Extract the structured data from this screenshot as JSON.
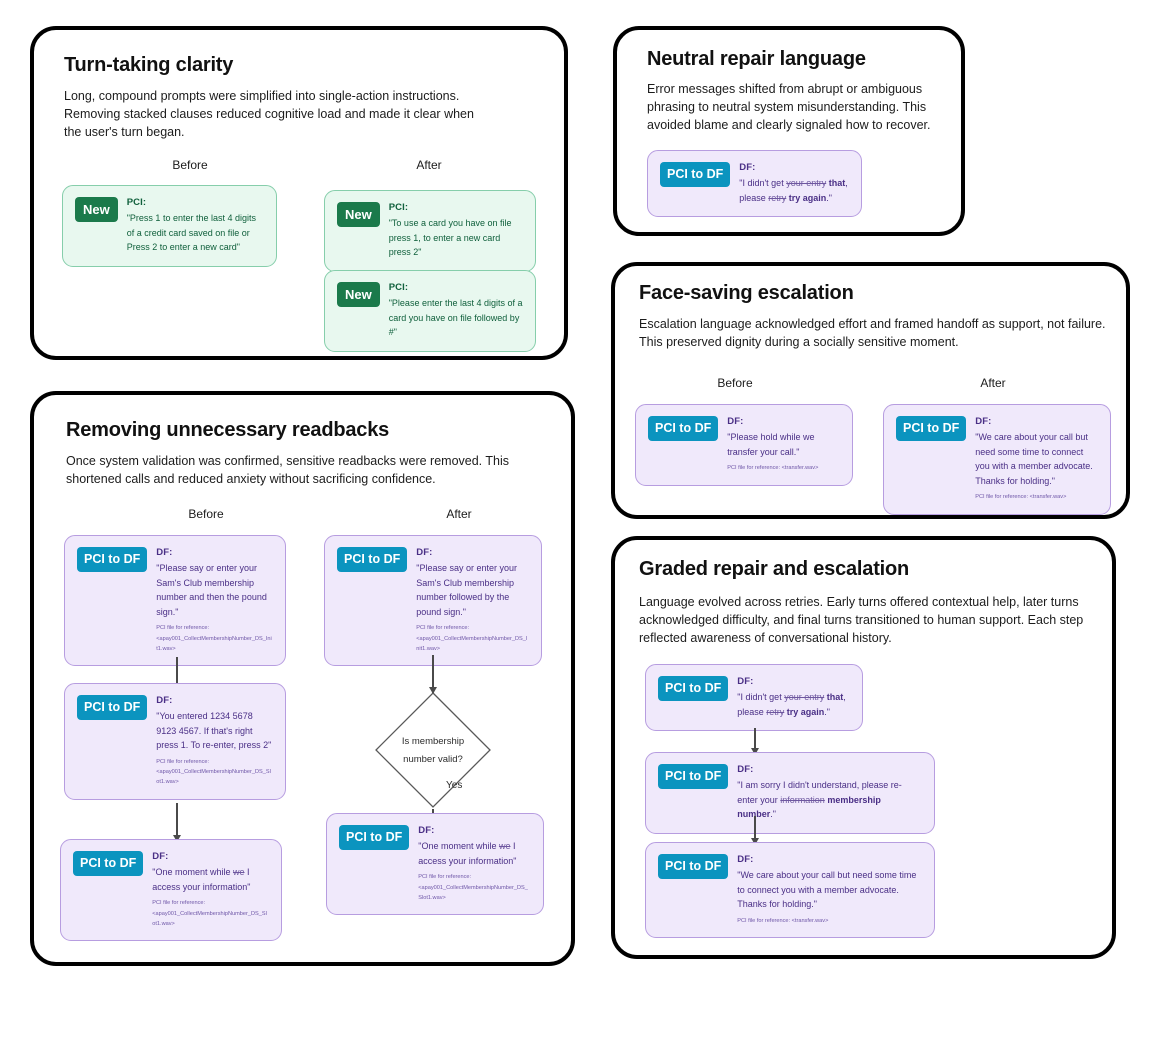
{
  "panels": {
    "turn_taking": {
      "title": "Turn-taking clarity",
      "description": "Long, compound prompts were simplified into single-action instructions. Removing stacked clauses reduced cognitive load and made it clear when the user's turn began.",
      "before_label": "Before",
      "after_label": "After",
      "before_cards": [
        {
          "tag": "New",
          "speaker": "PCI:",
          "text": "\"Press 1 to enter the last 4 digits of a credit card saved on file or Press 2 to enter a new card\""
        }
      ],
      "after_cards": [
        {
          "tag": "New",
          "speaker": "PCI:",
          "text": "\"To use a card you have on file press 1, to enter a new card press 2\""
        },
        {
          "tag": "New",
          "speaker": "PCI:",
          "text": "\"Please enter the last 4 digits of a card you have on file followed by #\""
        }
      ]
    },
    "readbacks": {
      "title": "Removing unnecessary readbacks",
      "description": "Once system validation was confirmed, sensitive readbacks were removed. This shortened calls and reduced anxiety without sacrificing confidence.",
      "before_label": "Before",
      "after_label": "After",
      "before_cards": [
        {
          "tag": "PCI to DF",
          "speaker": "DF:",
          "text": "\"Please say or enter your Sam's Club membership number and then the pound sign.\"",
          "fileref_label": "PCI file for reference:",
          "fileref_value": "<apay001_CollectMembershipNumber_DS_Init1.wav>"
        },
        {
          "tag": "PCI to DF",
          "speaker": "DF:",
          "text": "\"You entered 1234 5678 9123 4567. If that's right press 1. To re-enter, press 2\"",
          "fileref_label": "PCI file for reference:",
          "fileref_value": "<apay001_CollectMembershipNumber_DS_Slot1.wav>"
        },
        {
          "tag": "PCI to DF",
          "speaker": "DF:",
          "text_pre": "\"One moment while ",
          "text_strike": "we",
          "text_mid": " I access your information\"",
          "fileref_label": "PCI file for reference:",
          "fileref_value": "<apay001_CollectMembershipNumber_DS_Slot1.wav>"
        }
      ],
      "after_cards": [
        {
          "tag": "PCI to DF",
          "speaker": "DF:",
          "text": "\"Please say or enter your Sam's Club membership number followed by the pound sign.\"",
          "fileref_label": "PCI file for reference:",
          "fileref_value": "<apay001_CollectMembershipNumber_DS_Init1.wav>"
        },
        {
          "tag": "PCI to DF",
          "speaker": "DF:",
          "text_pre": "\"One moment while ",
          "text_strike": "we",
          "text_mid": " I access your information\"",
          "fileref_label": "PCI file for reference:",
          "fileref_value": "<apay001_CollectMembershipNumber_DS_Slot1.wav>"
        }
      ],
      "decision": {
        "line1": "Is membership",
        "line2": "number valid?",
        "yes_label": "Yes"
      }
    },
    "neutral_repair": {
      "title": "Neutral repair language",
      "description": "Error messages shifted from abrupt or ambiguous phrasing to neutral system misunderstanding. This avoided blame and clearly signaled how to recover.",
      "card": {
        "tag": "PCI to DF",
        "speaker": "DF:",
        "seg1": "\"I didn't get ",
        "strike1": "your entry",
        "bold1": " that",
        "seg2": ", please ",
        "strike2": "retry",
        "bold2": " try again",
        "seg3": ".\""
      }
    },
    "face_saving": {
      "title": "Face-saving escalation",
      "description": "Escalation language acknowledged effort and framed handoff as support, not failure. This preserved dignity during a socially sensitive moment.",
      "before_label": "Before",
      "after_label": "After",
      "before_card": {
        "tag": "PCI to DF",
        "speaker": "DF:",
        "text": "\"Please hold while we transfer your call.\"",
        "fileref": "PCI file for reference: <transfer.wav>"
      },
      "after_card": {
        "tag": "PCI to DF",
        "speaker": "DF:",
        "text": "\"We care about your call but need some time to connect you with a member advocate. Thanks for holding.\"",
        "fileref": "PCI file for reference: <transfer.wav>"
      }
    },
    "graded_repair": {
      "title": "Graded repair and escalation",
      "description": "Language evolved across retries. Early turns offered contextual help, later turns acknowledged difficulty, and final turns transitioned to human support. Each step reflected awareness of conversational history.",
      "steps": [
        {
          "tag": "PCI to DF",
          "speaker": "DF:",
          "seg1": "\"I didn't get ",
          "strike1": "your entry",
          "bold1": " that",
          "seg2": ", please ",
          "strike2": "retry",
          "bold2": " try again",
          "seg3": ".\""
        },
        {
          "tag": "PCI to DF",
          "speaker": "DF:",
          "seg1": "\"I am sorry I didn't understand, please re-enter your ",
          "strike1": "information",
          "bold1": " membership number",
          "seg3": ".\""
        },
        {
          "tag": "PCI to DF",
          "speaker": "DF:",
          "text": "\"We care about your call but need some time to connect you with a member advocate. Thanks for holding.\"",
          "fileref": "PCI file for reference: <transfer.wav>"
        }
      ]
    }
  },
  "colors": {
    "panel_border": "#000000",
    "green_tag": "#1b7a4b",
    "green_card_bg": "#e8f8ef",
    "blue_tag": "#0b94bf",
    "purple_card_bg": "#f0e9fb",
    "purple_card_border": "#b79de0"
  }
}
